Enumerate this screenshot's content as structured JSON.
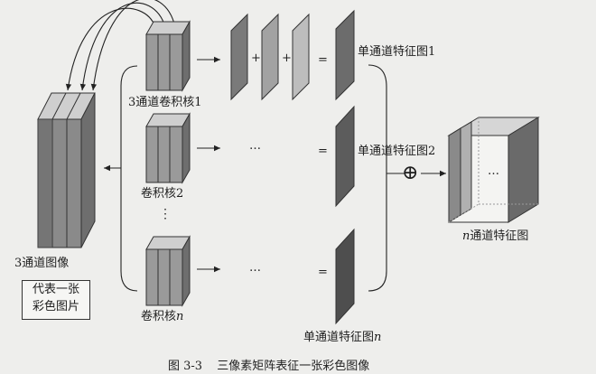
{
  "labels": {
    "input_image": "3通道图像",
    "represents_l1": "代表一张",
    "represents_l2": "彩色图片",
    "kernel_1": "3通道卷积核1",
    "kernel_2": "卷积核2",
    "kernel_n": "卷积核",
    "kernel_n_suffix": "n",
    "vdots": "⋮",
    "feature_1": "单通道特征图1",
    "feature_2": "单通道特征图2",
    "feature_n": "单通道特征图",
    "feature_n_suffix": "n",
    "n_channel": "通道特征图",
    "n_channel_prefix": "n",
    "plus": "+",
    "equals": "=",
    "dots": "…",
    "oplus": "⊕"
  },
  "caption": {
    "number": "图 3-3",
    "text": "三像素矩阵表征一张彩色图像"
  }
}
